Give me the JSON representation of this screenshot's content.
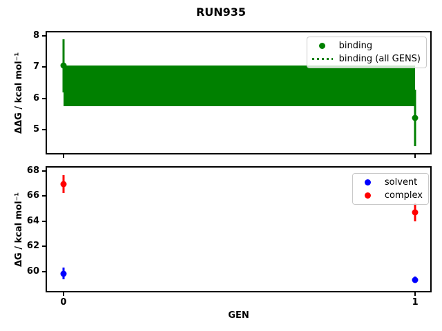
{
  "title": "RUN935",
  "chart_data": [
    {
      "type": "scatter",
      "panel": "binding",
      "ylabel": "ΔΔG / kcal mol⁻¹",
      "xlabel": "",
      "xlim": [
        -0.047,
        1.043
      ],
      "ylim": [
        4.25,
        8.11
      ],
      "yticks": [
        5,
        6,
        7,
        8
      ],
      "xticks": [
        0,
        1
      ],
      "xticklabels": [],
      "grid": false,
      "series": [
        {
          "name": "binding",
          "color": "#008000",
          "marker": "circle",
          "x": [
            0,
            1
          ],
          "y": [
            7.05,
            5.37
          ],
          "yerr": [
            0.85,
            0.9
          ]
        }
      ],
      "band": {
        "label": "binding (all GENS)",
        "color": "#008000",
        "style": "dotted",
        "x": [
          0,
          1
        ],
        "center": 6.4,
        "low": 5.75,
        "high": 7.05
      },
      "legend": {
        "position": "upper right",
        "entries": [
          {
            "label": "binding",
            "marker": "circle",
            "color": "#008000"
          },
          {
            "label": "binding (all GENS)",
            "marker": "dotted-line",
            "color": "#008000"
          }
        ]
      }
    },
    {
      "type": "scatter",
      "panel": "free-energy",
      "ylabel": "ΔG / kcal mol⁻¹",
      "xlabel": "GEN",
      "xlim": [
        -0.047,
        1.043
      ],
      "ylim": [
        58.46,
        68.27
      ],
      "yticks": [
        60,
        62,
        64,
        66,
        68
      ],
      "xticks": [
        0,
        1
      ],
      "xticklabels": [
        "0",
        "1"
      ],
      "grid": false,
      "series": [
        {
          "name": "solvent",
          "color": "#0000ff",
          "marker": "circle",
          "x": [
            0,
            1
          ],
          "y": [
            59.85,
            59.35
          ],
          "yerr": [
            0.45,
            0.25
          ]
        },
        {
          "name": "complex",
          "color": "#ff0000",
          "marker": "circle",
          "x": [
            0,
            1
          ],
          "y": [
            66.95,
            64.7
          ],
          "yerr": [
            0.7,
            0.7
          ]
        }
      ],
      "legend": {
        "position": "upper right",
        "entries": [
          {
            "label": "solvent",
            "marker": "circle",
            "color": "#0000ff"
          },
          {
            "label": "complex",
            "marker": "circle",
            "color": "#ff0000"
          }
        ]
      }
    }
  ]
}
